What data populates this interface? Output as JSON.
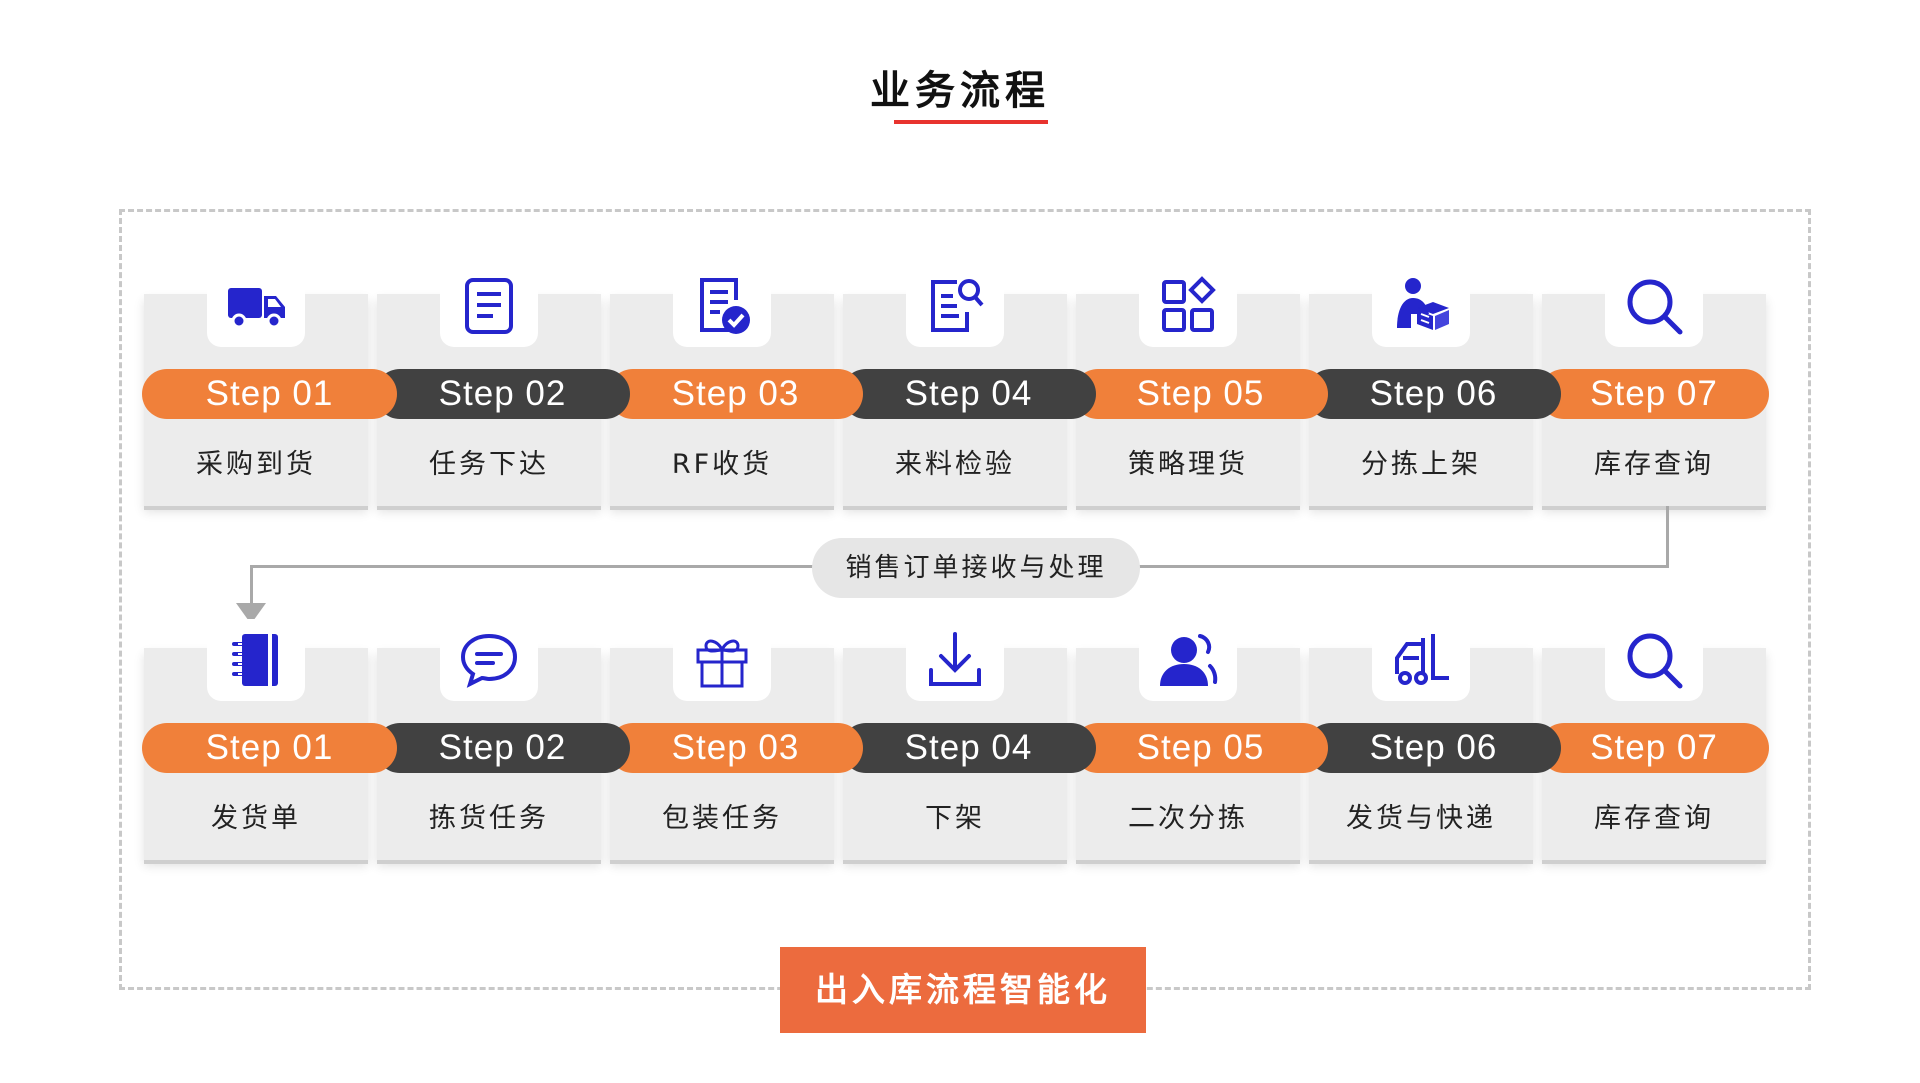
{
  "title": "业务流程",
  "connector_label": "销售订单接收与处理",
  "bottom_badge": "出入库流程智能化",
  "colors": {
    "accent_red": "#e8332e",
    "icon_blue": "#2525cc",
    "step_orange": "#f0803a",
    "step_dark": "#414141",
    "badge_orange": "#ec6b3e"
  },
  "rows": [
    {
      "steps": [
        {
          "step": "Step 01",
          "label": "采购到货",
          "icon": "truck-icon"
        },
        {
          "step": "Step 02",
          "label": "任务下达",
          "icon": "document-icon"
        },
        {
          "step": "Step 03",
          "label": "RF收货",
          "icon": "document-check-icon"
        },
        {
          "step": "Step 04",
          "label": "来料检验",
          "icon": "document-search-icon"
        },
        {
          "step": "Step 05",
          "label": "策略理货",
          "icon": "grid-apps-icon"
        },
        {
          "step": "Step 06",
          "label": "分拣上架",
          "icon": "worker-box-icon"
        },
        {
          "step": "Step 07",
          "label": "库存查询",
          "icon": "search-icon"
        }
      ]
    },
    {
      "steps": [
        {
          "step": "Step 01",
          "label": "发货单",
          "icon": "notebook-icon"
        },
        {
          "step": "Step 02",
          "label": "拣货任务",
          "icon": "chat-bubble-icon"
        },
        {
          "step": "Step 03",
          "label": "包装任务",
          "icon": "gift-box-icon"
        },
        {
          "step": "Step 04",
          "label": "下架",
          "icon": "download-icon"
        },
        {
          "step": "Step 05",
          "label": "二次分拣",
          "icon": "user-icon"
        },
        {
          "step": "Step 06",
          "label": "发货与快递",
          "icon": "forklift-icon"
        },
        {
          "step": "Step 07",
          "label": "库存查询",
          "icon": "search-icon"
        }
      ]
    }
  ]
}
